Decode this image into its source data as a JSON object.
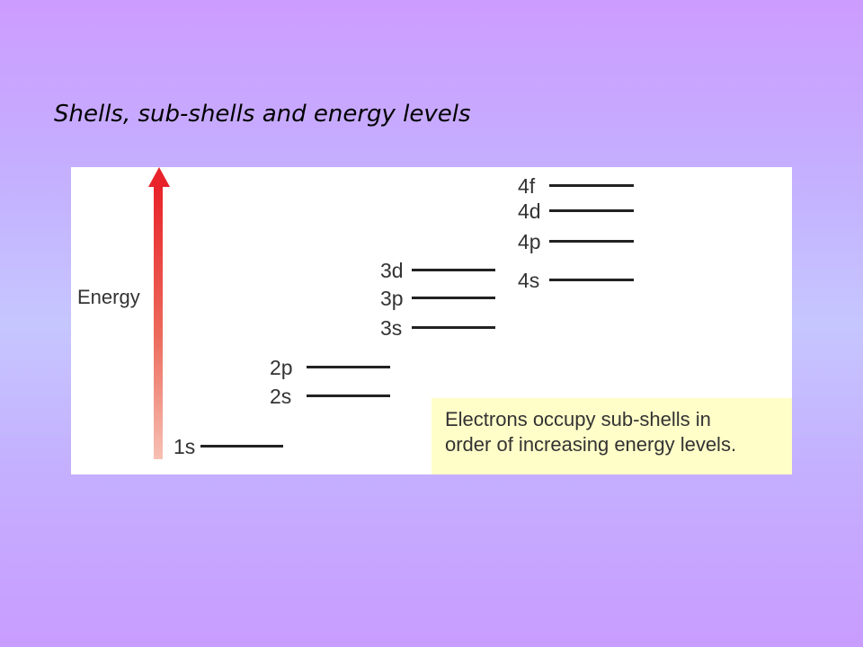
{
  "title": "Shells, sub-shells and energy levels",
  "axis_label": "Energy",
  "arrow_color": "#e8232a",
  "note_background": "#fffdc8",
  "note_lines": [
    "Electrons occupy sub-shells in",
    "order of increasing energy levels."
  ],
  "levels": [
    {
      "label": "1s"
    },
    {
      "label": "2s"
    },
    {
      "label": "2p"
    },
    {
      "label": "3s"
    },
    {
      "label": "3p"
    },
    {
      "label": "3d"
    },
    {
      "label": "4s"
    },
    {
      "label": "4p"
    },
    {
      "label": "4d"
    },
    {
      "label": "4f"
    }
  ]
}
